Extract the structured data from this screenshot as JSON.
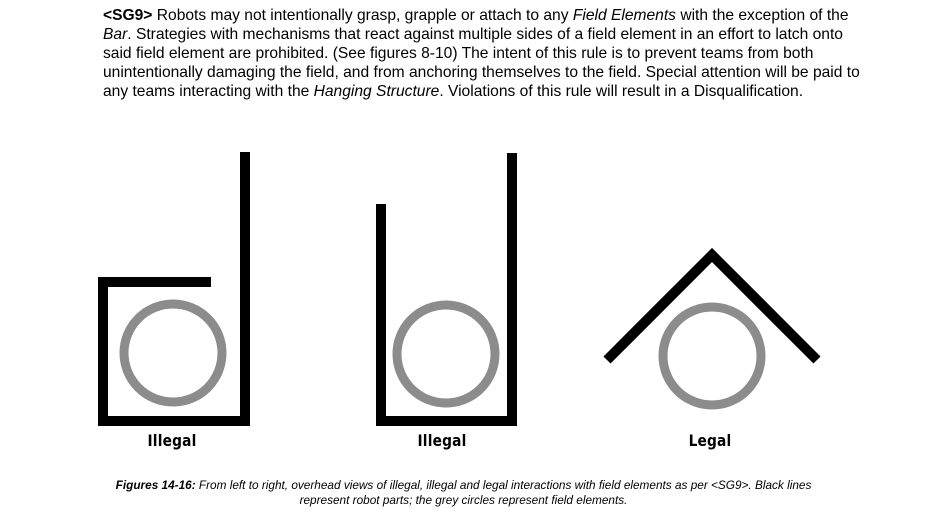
{
  "rule": {
    "id": "<SG9>",
    "text_1": " Robots may not intentionally grasp, grapple or attach to any ",
    "field_elements": "Field Elements",
    "text_2": " with the exception of the ",
    "bar": "Bar",
    "text_3": ". Strategies with mechanisms that react against multiple sides of a field element in an effort to latch onto said field element are prohibited. (See figures 8-10)  The intent of this rule is to prevent teams from both unintentionally damaging the field, and from anchoring themselves to the field. Special attention will be paid to any teams interacting with the ",
    "hanging_structure": "Hanging Structure",
    "text_4": ". Violations of this rule will result in a Disqualification."
  },
  "figures": [
    {
      "label": "Illegal",
      "depiction": "robot wraps circle on three sides with top lip"
    },
    {
      "label": "Illegal",
      "depiction": "robot cups circle in U shape"
    },
    {
      "label": "Legal",
      "depiction": "robot rests on circle with inverted V"
    }
  ],
  "colors": {
    "robot_part": "#000000",
    "field_element": "#8c8c8c"
  },
  "caption": {
    "title": "Figures 14-16:",
    "line_1": " From left to right, overhead views of illegal, illegal and legal interactions with field elements as per <SG9>. Black lines",
    "line_2": "represent robot parts; the grey circles represent field elements."
  }
}
